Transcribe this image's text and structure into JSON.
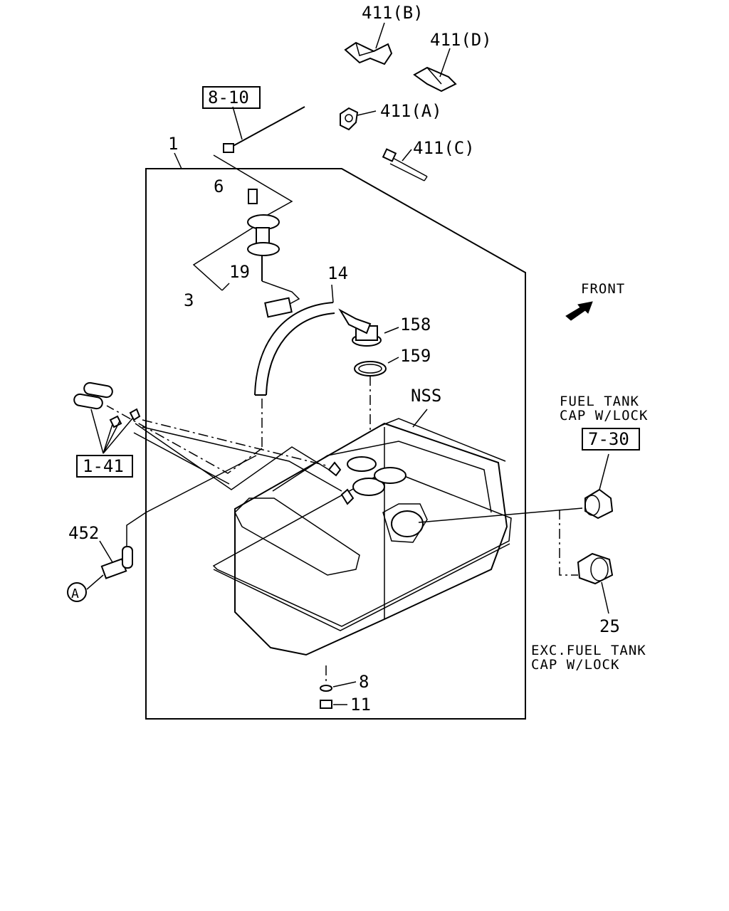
{
  "callouts": {
    "c411b": "411(B)",
    "c411d": "411(D)",
    "c411a": "411(A)",
    "c411c": "411(C)",
    "ref810": "8-10",
    "c1": "1",
    "c6": "6",
    "c19": "19",
    "c3": "3",
    "c14": "14",
    "c158": "158",
    "c159": "159",
    "nss": "NSS",
    "ref141": "1-41",
    "c452": "452",
    "circleA": "A",
    "ref730": "7-30",
    "c25": "25",
    "c8": "8",
    "c11": "11"
  },
  "notes": {
    "front": "FRONT",
    "cap_lock_1": "FUEL TANK",
    "cap_lock_2": "CAP W/LOCK",
    "exc_cap_1": "EXC.FUEL TANK",
    "exc_cap_2": "CAP W/LOCK"
  },
  "icons": {
    "front_arrow": "front-arrow-icon"
  }
}
